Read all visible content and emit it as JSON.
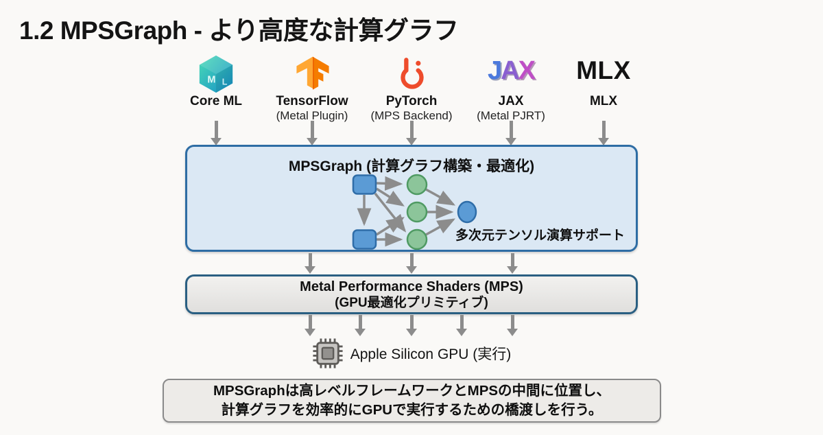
{
  "slide": {
    "title": "1.2 MPSGraph - より高度な計算グラフ"
  },
  "frameworks": [
    {
      "name": "Core ML",
      "sub": "",
      "icon": "coreml-icon",
      "logo_letters": [
        "M",
        "L"
      ]
    },
    {
      "name": "TensorFlow",
      "sub": "(Metal Plugin)",
      "icon": "tensorflow-icon"
    },
    {
      "name": "PyTorch",
      "sub": "(MPS Backend)",
      "icon": "pytorch-icon"
    },
    {
      "name": "JAX",
      "sub": "(Metal PJRT)",
      "icon": "jax-icon",
      "logo_letters": [
        "J",
        "A",
        "X"
      ]
    },
    {
      "name": "MLX",
      "sub": "",
      "icon": "mlx-wordmark",
      "logo_text": "MLX"
    }
  ],
  "mpsgraph_box": {
    "title": "MPSGraph (計算グラフ構築・最適化)",
    "note": "多次元テンソル演算サポート"
  },
  "mps_box": {
    "title": "Metal Performance Shaders (MPS)",
    "subtitle": "(GPU最適化プリミティブ)"
  },
  "gpu": {
    "label": "Apple Silicon GPU (実行)",
    "icon": "chip-icon"
  },
  "summary": {
    "line1": "MPSGraphは高レベルフレームワークとMPSの中間に位置し、",
    "line2": "計算グラフを効率的にGPUで実行するための橋渡しを行う。"
  },
  "colors": {
    "background": "#faf9f7",
    "mpsgraph_fill": "#dbe8f4",
    "mpsgraph_border": "#2e6da4",
    "mps_fill": "#e9e8e6",
    "mps_border": "#2a5f82",
    "summary_fill": "#edebe8",
    "summary_border": "#8a8a8a",
    "arrow": "#8c8c8c",
    "node_blue": "#5b9bd5",
    "node_blue_border": "#2f6da8",
    "node_green": "#8cc59a",
    "node_green_border": "#4f9a63",
    "pytorch_orange": "#ee4c2c",
    "tensorflow_orange": "#f57c00",
    "coreml_teal": "#2bbcae"
  }
}
